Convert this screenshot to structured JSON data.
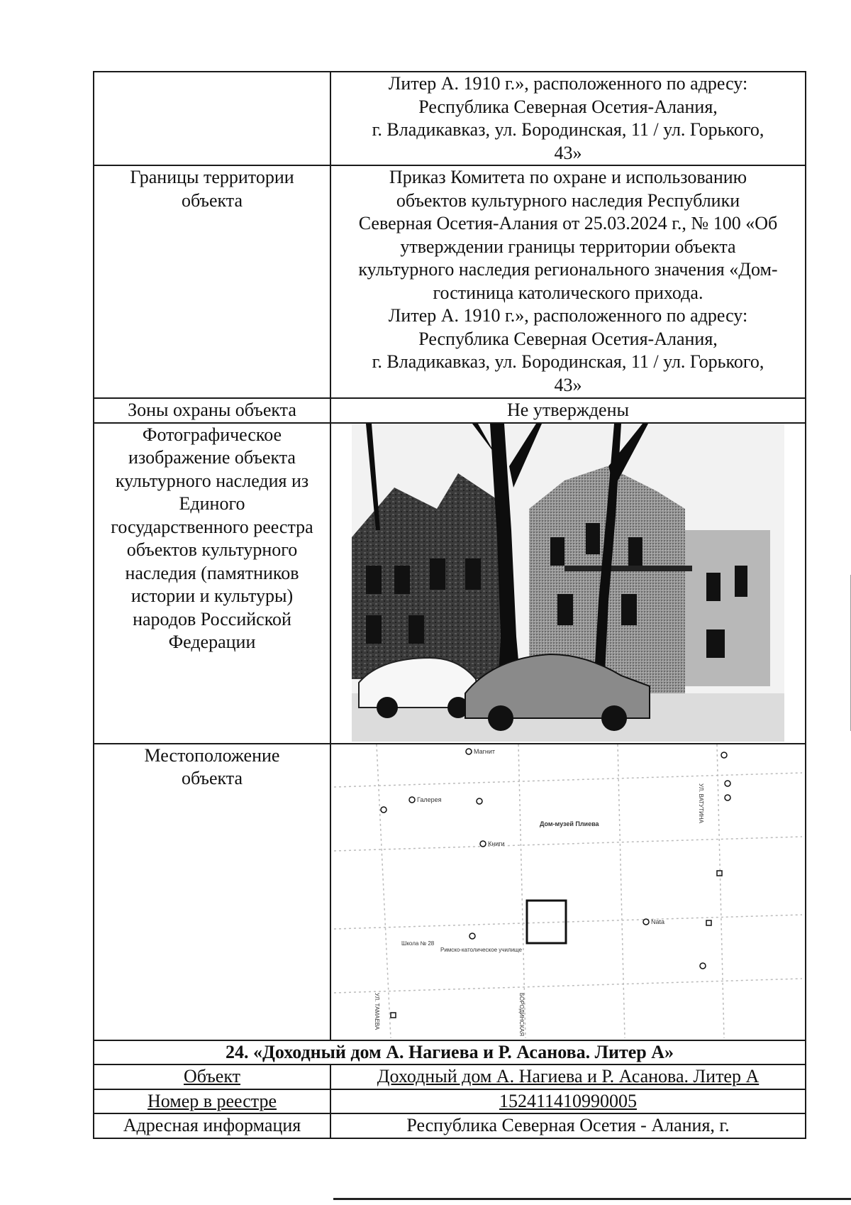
{
  "rows": {
    "continuation": {
      "lines": [
        "Литер А. 1910 г.», расположенного по адресу:",
        "Республика Северная Осетия-Алания,",
        "г. Владикавказ, ул. Бородинская, 11 / ул. Горького,",
        "43»"
      ]
    },
    "borders": {
      "label_lines": [
        "Границы территории",
        "объекта"
      ],
      "value_lines": [
        "Приказ Комитета по охране и использованию",
        "объектов культурного наследия Республики",
        "Северная Осетия-Алания от 25.03.2024 г., № 100 «Об",
        "утверждении границы территории объекта",
        "культурного наследия регионального значения «Дом-",
        "гостиница католического прихода.",
        "Литер А. 1910 г.», расположенного по адресу:",
        "Республика Северная Осетия-Алания,",
        "г. Владикавказ, ул. Бородинская, 11 / ул. Горького,",
        "43»"
      ]
    },
    "zones": {
      "label": "Зоны охраны объекта",
      "value": "Не утверждены"
    },
    "photo": {
      "label_lines": [
        "Фотографическое",
        "изображение объекта",
        "культурного наследия из",
        "Единого",
        "государственного реестра",
        "объектов культурного",
        "наследия (памятников",
        "истории и культуры)",
        "народов Российской",
        "Федерации"
      ]
    },
    "location": {
      "label_lines": [
        "Местоположение",
        "объекта"
      ],
      "map_labels": {
        "magnit": "Магнит",
        "gallery": "Галерея",
        "museum": "Дом-музей Плиева",
        "books": "Книги",
        "nata": "Nata",
        "school": "Школа № 28",
        "catholic": "Римско-католическое училище",
        "street_vatutina": "УЛ. ВАТУТИНА",
        "street_borodinskaya": "БОРОДИНСКАЯ",
        "street_tamaeva": "УЛ. ТАМАЕВА"
      }
    },
    "section24": {
      "title": "24. «Доходный дом А. Нагиева и Р. Асанова. Литер А»"
    },
    "object": {
      "label": "Объект",
      "value": "Доходный дом А. Нагиева и Р. Асанова. Литер А"
    },
    "registry": {
      "label": "Номер в реестре",
      "value": "152411410990005"
    },
    "address": {
      "label": "Адресная информация",
      "value": "Республика Северная Осетия - Алания, г."
    }
  }
}
